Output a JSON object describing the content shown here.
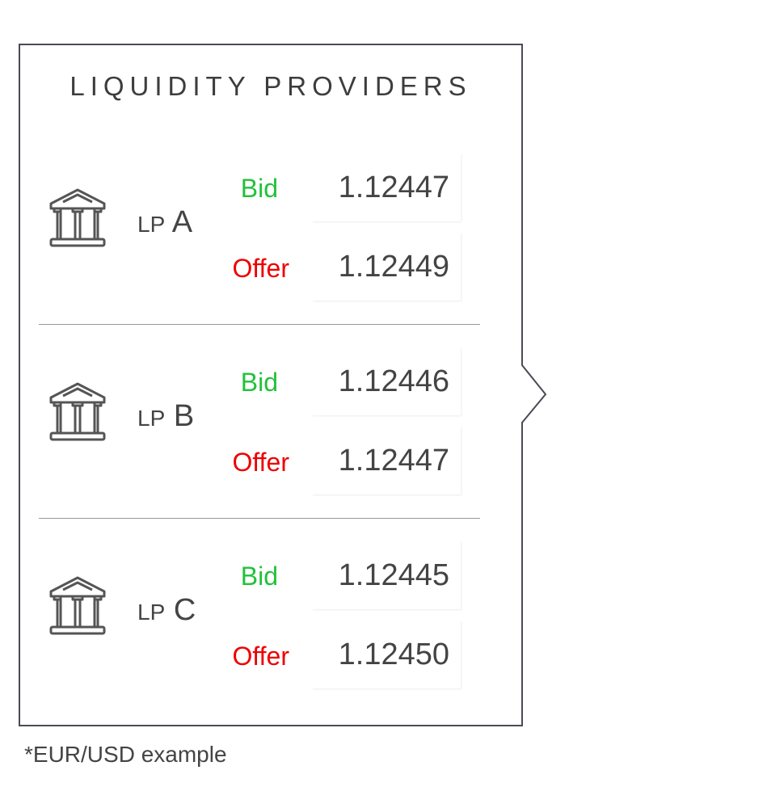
{
  "title": "LIQUIDITY PROVIDERS",
  "providers": [
    {
      "prefix": "LP",
      "name": "A",
      "bid_label": "Bid",
      "bid": "1.12447",
      "offer_label": "Offer",
      "offer": "1.12449"
    },
    {
      "prefix": "LP",
      "name": "B",
      "bid_label": "Bid",
      "bid": "1.12446",
      "offer_label": "Offer",
      "offer": "1.12447"
    },
    {
      "prefix": "LP",
      "name": "C",
      "bid_label": "Bid",
      "bid": "1.12445",
      "offer_label": "Offer",
      "offer": "1.12450"
    }
  ],
  "footnote": "*EUR/USD example",
  "colors": {
    "bid": "#22c13a",
    "offer": "#ee0000",
    "border": "#4a4a55"
  }
}
